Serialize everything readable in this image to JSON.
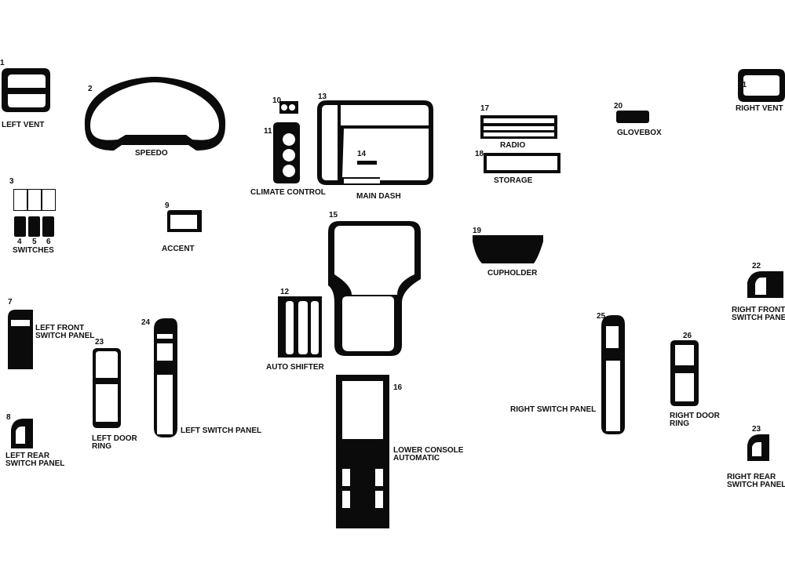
{
  "labels": {
    "left_vent": "LEFT VENT",
    "speedo": "SPEEDO",
    "climate_control": "CLIMATE CONTROL",
    "main_dash": "MAIN DASH",
    "radio": "RADIO",
    "storage": "STORAGE",
    "glovebox": "GLOVEBOX",
    "right_vent": "RIGHT VENT",
    "switches": "SWITCHES",
    "accent": "ACCENT",
    "cupholder": "CUPHOLDER",
    "right_front_switch_panel": "RIGHT FRONT\nSWITCH PANEL",
    "left_front_switch_panel": "LEFT FRONT\nSWITCH PANEL",
    "auto_shifter": "AUTO SHIFTER",
    "left_door_ring": "LEFT DOOR\nRING",
    "left_switch_panel": "LEFT SWITCH PANEL",
    "right_switch_panel": "RIGHT SWITCH PANEL",
    "right_door_ring": "RIGHT DOOR\nRING",
    "lower_console_automatic": "LOWER CONSOLE\nAUTOMATIC",
    "left_rear_switch_panel": "LEFT REAR\nSWITCH PANEL",
    "right_rear_switch_panel": "RIGHT REAR\nSWITCH PANEL"
  },
  "numbers": {
    "n1": "1",
    "n2": "2",
    "n3": "3",
    "n4": "4",
    "n5": "5",
    "n6": "6",
    "n7": "7",
    "n8": "8",
    "n9": "9",
    "n10": "10",
    "n11": "11",
    "n12": "12",
    "n13": "13",
    "n14": "14",
    "n15": "15",
    "n16": "16",
    "n17": "17",
    "n18": "18",
    "n19": "19",
    "n20": "20",
    "n21": "21",
    "n22": "22",
    "n23a": "23",
    "n23b": "23",
    "n24": "24",
    "n25": "25",
    "n26": "26"
  },
  "colors": {
    "part": "#0b0b0b",
    "background": "#ffffff"
  }
}
